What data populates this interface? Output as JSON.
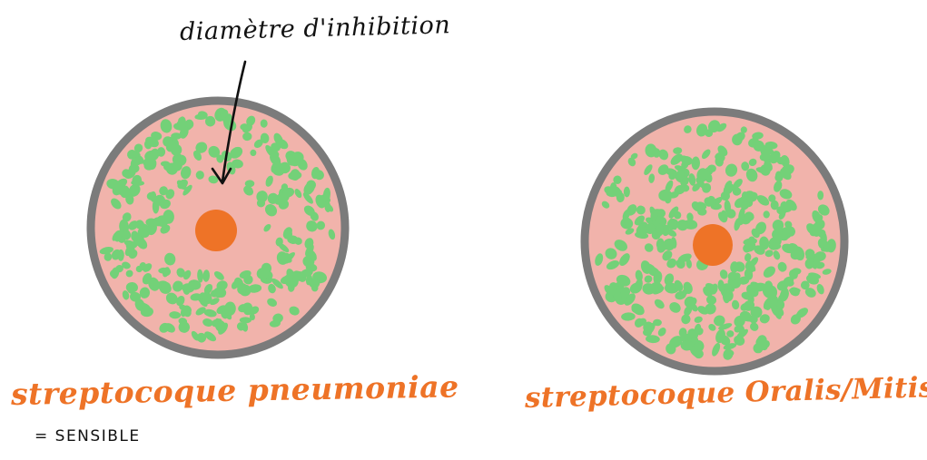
{
  "annotation": {
    "label": "diamètre d'inhibition"
  },
  "dishes": [
    {
      "caption": "streptocoque pneumoniae",
      "note": "= SENSIBLE",
      "colony_pattern": "clear-ring-around-disc"
    },
    {
      "caption": "streptocoque Oralis/Mitis",
      "colony_pattern": "colonies-up-to-disc"
    }
  ],
  "colors": {
    "dish_rim": "#7b7b7b",
    "agar": "#f1b3ab",
    "colonies": "#73d178",
    "antibiotic_disc": "#ee7327",
    "caption_text": "#ee7327",
    "ink": "#111111"
  }
}
